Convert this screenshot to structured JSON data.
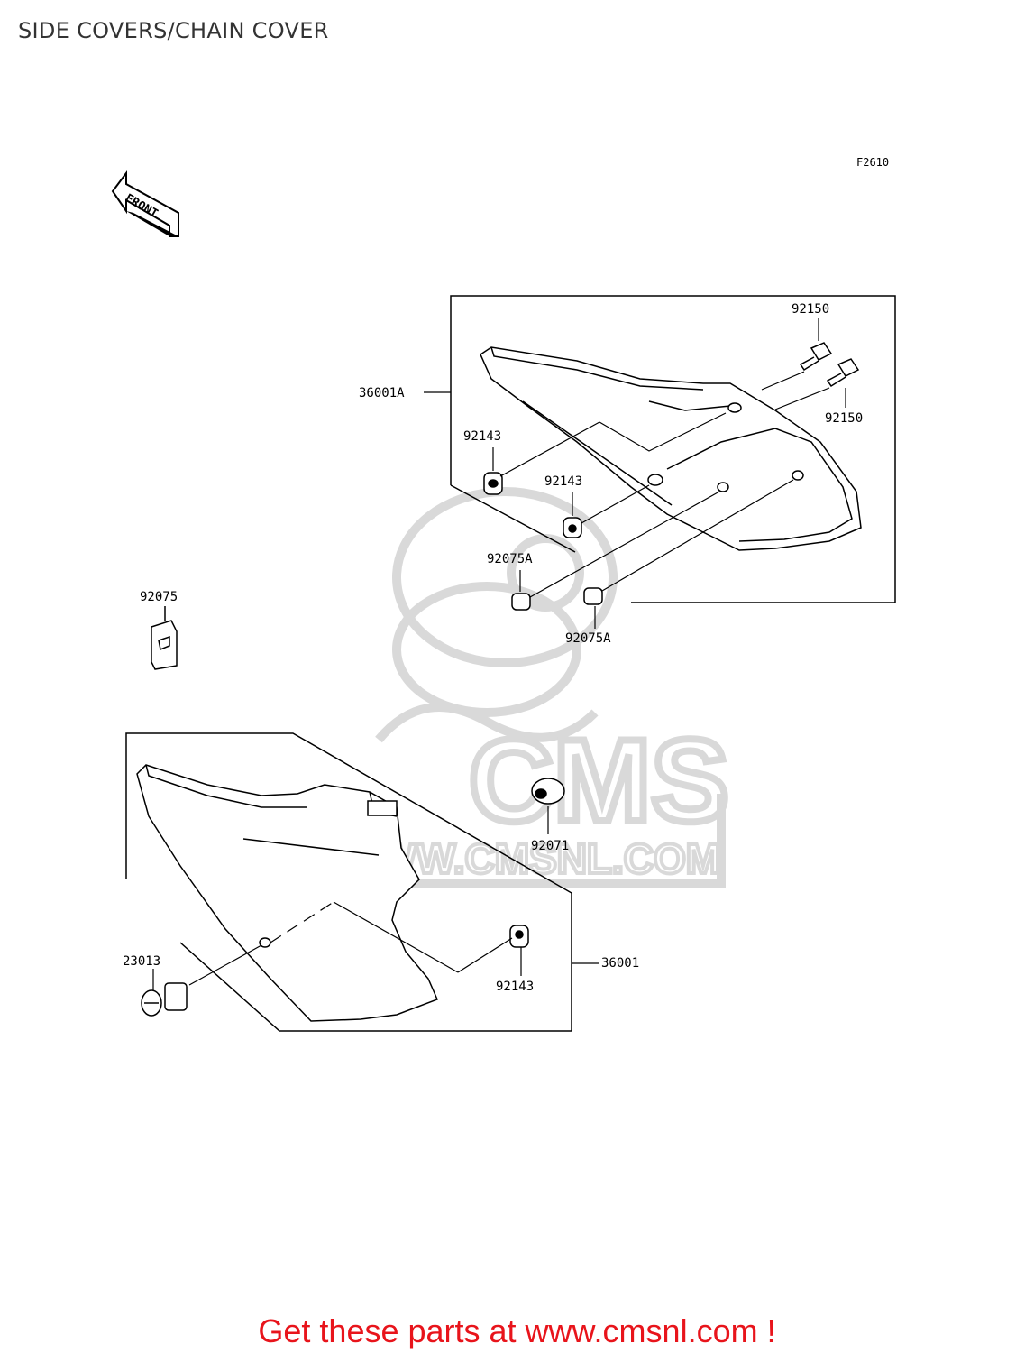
{
  "title": "SIDE COVERS/CHAIN COVER",
  "figure_code": "F2610",
  "front_arrow": "FRONT",
  "watermark": {
    "logo_text": "CMS",
    "url_text": "WWW.CMSNL.COM"
  },
  "parts": {
    "p92150_top": "92150",
    "p92150_right": "92150",
    "p36001A": "36001A",
    "p92143_a": "92143",
    "p92143_b": "92143",
    "p92075A_a": "92075A",
    "p92075A_b": "92075A",
    "p92075": "92075",
    "p92071": "92071",
    "p23013": "23013",
    "p36001": "36001",
    "p92143_c": "92143"
  },
  "footer": {
    "text": "Get these parts at www.cmsnl.com !",
    "color": "#e8141b"
  }
}
